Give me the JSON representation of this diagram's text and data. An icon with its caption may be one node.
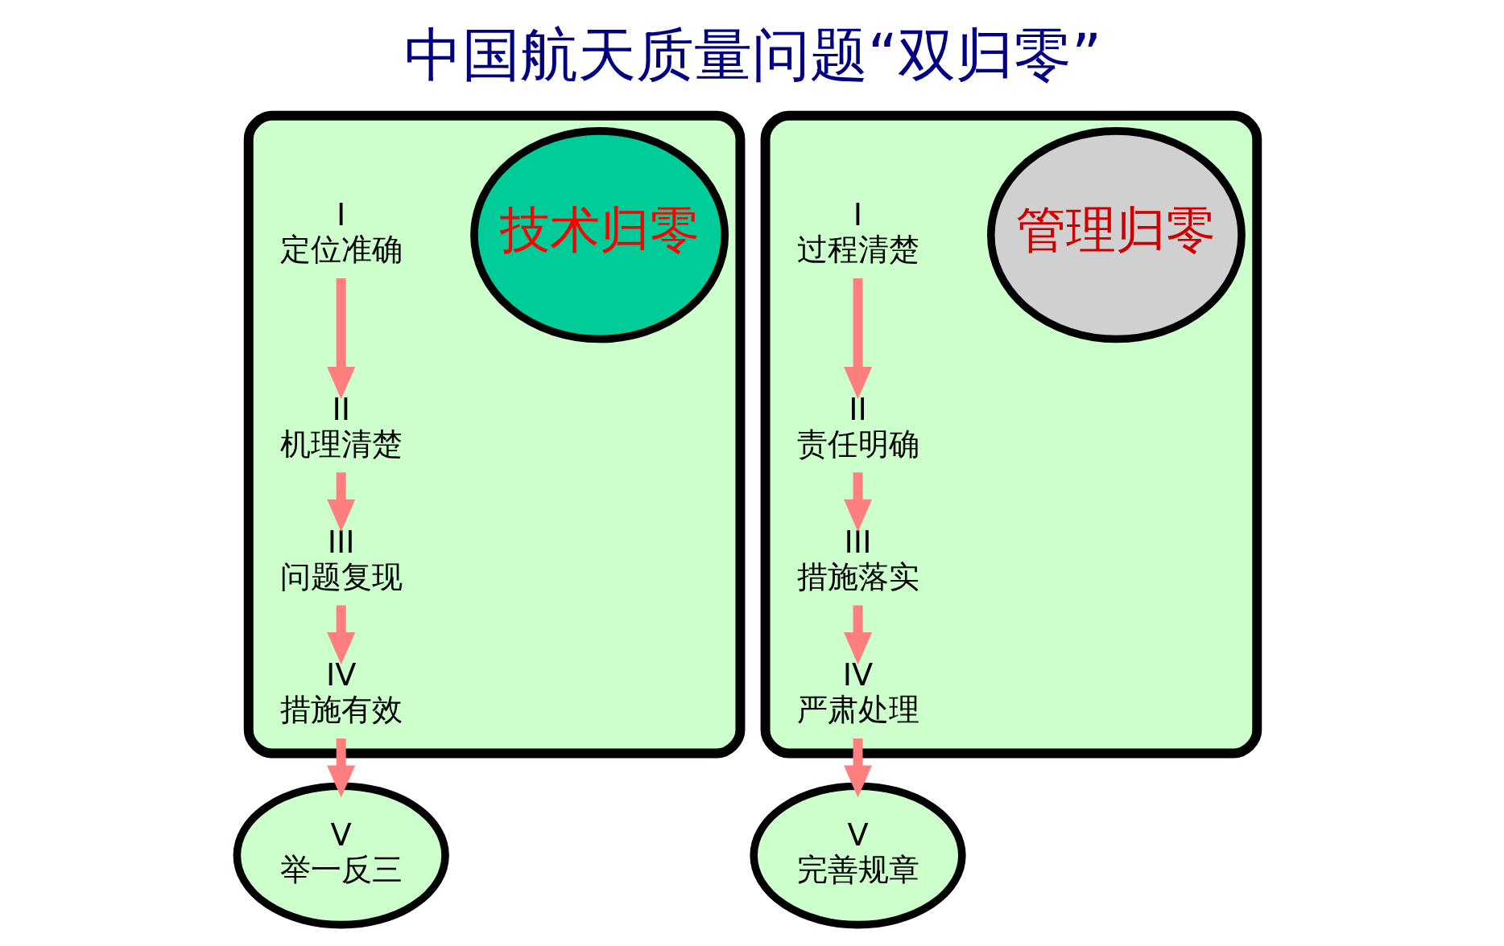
{
  "diagram": {
    "title": "中国航天质量问题“双归零”",
    "nodes": [
      {
        "text": [],
        "shape": "ellipse"
      },
      {
        "text": [
          "技术归零"
        ],
        "in": 0
      },
      {
        "text": [
          "I",
          "定位准确"
        ],
        "in": 0
      },
      {
        "text": [
          "II",
          "机理清楚"
        ],
        "in": 0
      },
      {
        "text": [
          "III",
          "问题复现"
        ],
        "in": 0
      },
      {
        "text": [
          "IV",
          "措施有效"
        ],
        "in": 0
      },
      {
        "text": [
          "V",
          "举一反三"
        ]
      },
      {
        "text": [],
        "shape": "ellipse"
      },
      {
        "text": [
          "管理归零"
        ],
        "in": 7
      },
      {
        "text": [
          "I",
          "过程清楚"
        ],
        "in": 7
      },
      {
        "text": [
          "II",
          "责任明确"
        ],
        "in": 7
      },
      {
        "text": [
          "III",
          "措施落实"
        ],
        "in": 7
      },
      {
        "text": [
          "IV",
          "严肃处理"
        ],
        "in": 7
      },
      {
        "text": [
          "V",
          "完善规章"
        ]
      }
    ],
    "edges": [
      {
        "from": 2,
        "to": 3,
        "arrow": "to"
      },
      {
        "from": 3,
        "to": 4,
        "arrow": "to"
      },
      {
        "from": 4,
        "to": 5,
        "arrow": "to"
      },
      {
        "from": 5,
        "to": 6,
        "arrow": "to"
      },
      {
        "from": 9,
        "to": 10,
        "arrow": "to"
      },
      {
        "from": 10,
        "to": 11,
        "arrow": "to"
      },
      {
        "from": 11,
        "to": 12,
        "arrow": "to"
      },
      {
        "from": 12,
        "to": 13,
        "arrow": "to"
      }
    ]
  }
}
